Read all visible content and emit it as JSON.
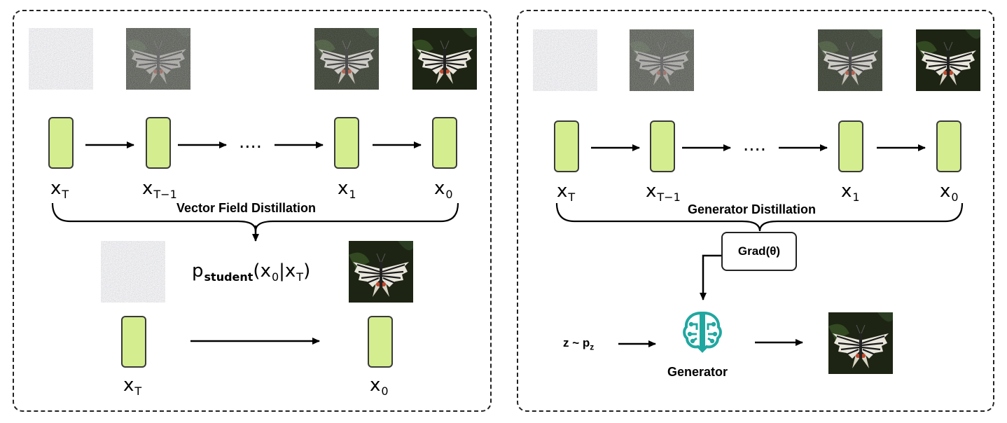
{
  "left_panel": {
    "title": "Vector Field Distillation",
    "chain_labels": [
      "x",
      "x",
      "x",
      "x"
    ],
    "chain_subs": [
      "T",
      "T−1",
      "1",
      "0"
    ],
    "dots": "....",
    "student_p": "p",
    "student_sub": "student",
    "student_args": "(x",
    "student_arg0_sub": "0",
    "student_bar": "|x",
    "student_argT_sub": "T",
    "student_close": ")",
    "bottom_labels": [
      "x",
      "x"
    ],
    "bottom_subs": [
      "T",
      "0"
    ]
  },
  "right_panel": {
    "title": "Generator Distillation",
    "chain_labels": [
      "x",
      "x",
      "x",
      "x"
    ],
    "chain_subs": [
      "T",
      "T−1",
      "1",
      "0"
    ],
    "dots": "....",
    "grad_label": "Grad(θ)",
    "z_label": "z ~ p",
    "z_sub": "z",
    "generator_label": "Generator",
    "generator_icon": "neural-network-brain-icon"
  },
  "colors": {
    "box_fill": "#d4ed8f",
    "box_stroke": "#3a3a3a",
    "generator_teal": "#20a7a0"
  }
}
